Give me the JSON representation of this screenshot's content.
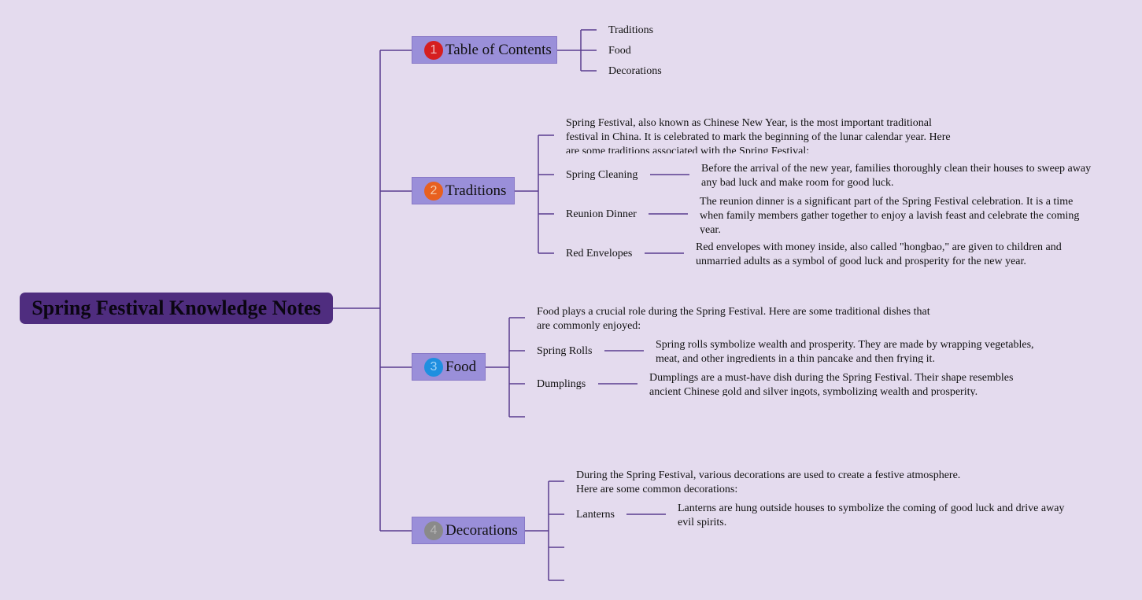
{
  "root": {
    "title": "Spring Festival Knowledge Notes"
  },
  "colors": {
    "background": "#e4dbee",
    "root_fill": "#4f2d7f",
    "topic_fill": "#9a8fd9",
    "line": "#5a3d8f",
    "badge_1": "#d61f1f",
    "badge_2": "#e8601f",
    "badge_3": "#1e8fe0",
    "badge_4": "#8a8a8a"
  },
  "topics": [
    {
      "number": "1",
      "label": "Table of Contents",
      "items": [
        "Traditions",
        "Food",
        "Decorations"
      ]
    },
    {
      "number": "2",
      "label": "Traditions",
      "intro": "Spring Festival, also known as Chinese New Year, is the most important traditional festival in China. It is celebrated to mark the beginning of the lunar calendar year. Here are some traditions associated with the Spring Festival:",
      "items": [
        {
          "label": "Spring Cleaning",
          "detail": "Before the arrival of the new year, families thoroughly clean their houses to sweep away any bad luck and make room for good luck."
        },
        {
          "label": "Reunion Dinner",
          "detail": "The reunion dinner is a significant part of the Spring Festival celebration. It is a time when family members gather together to enjoy a lavish feast and celebrate the coming year."
        },
        {
          "label": "Red Envelopes",
          "detail": "Red envelopes with money inside, also called \"hongbao,\" are given to children and unmarried adults as a symbol of good luck and prosperity for the new year."
        }
      ]
    },
    {
      "number": "3",
      "label": "Food",
      "intro": "Food plays a crucial role during the Spring Festival. Here are some traditional dishes that are commonly enjoyed:",
      "items": [
        {
          "label": "Spring Rolls",
          "detail": "Spring rolls symbolize wealth and prosperity. They are made by wrapping vegetables, meat, and other ingredients in a thin pancake and then frying it."
        },
        {
          "label": "Dumplings",
          "detail": "Dumplings are a must-have dish during the Spring Festival. Their shape resembles ancient Chinese gold and silver ingots, symbolizing wealth and prosperity."
        }
      ]
    },
    {
      "number": "4",
      "label": "Decorations",
      "intro": "During the Spring Festival, various decorations are used to create a festive atmosphere. Here are some common decorations:",
      "items": [
        {
          "label": "Lanterns",
          "detail": "Lanterns are hung outside houses to symbolize the coming of good luck and drive away evil spirits."
        }
      ]
    }
  ]
}
